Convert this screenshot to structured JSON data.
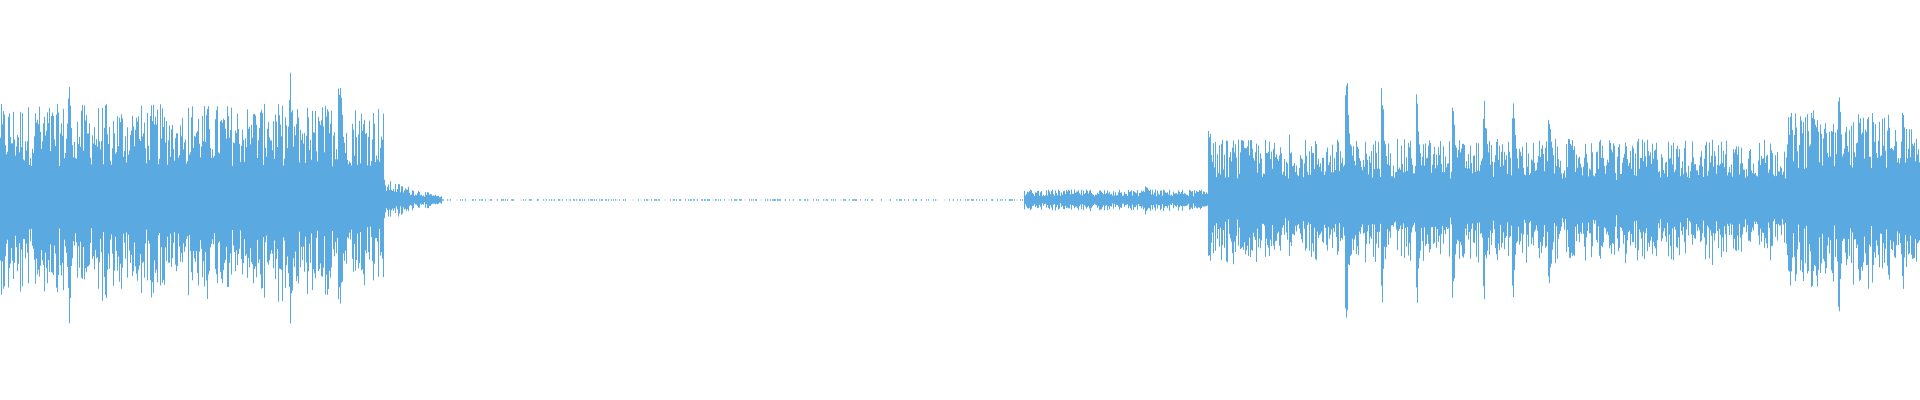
{
  "waveform": {
    "color": "#5aa9e0",
    "background": "#ffffff",
    "segments": [
      {
        "from": 0.0,
        "to": 0.2,
        "level": "high",
        "description_level": 0.55
      },
      {
        "from": 0.2,
        "to": 0.23,
        "level": "decay",
        "description_level": 0.12
      },
      {
        "from": 0.23,
        "to": 0.53,
        "level": "silence",
        "description_level": 0.01
      },
      {
        "from": 0.533,
        "to": 0.63,
        "level": "low",
        "description_level": 0.06
      },
      {
        "from": 0.63,
        "to": 0.93,
        "level": "medium",
        "description_level": 0.35
      },
      {
        "from": 0.93,
        "to": 1.0,
        "level": "high",
        "description_level": 0.5
      }
    ],
    "peaks": [
      {
        "t": 0.0,
        "amp": 0.45
      },
      {
        "t": 0.02,
        "amp": 0.55
      },
      {
        "t": 0.036,
        "amp": 0.75
      },
      {
        "t": 0.045,
        "amp": 0.42
      },
      {
        "t": 0.055,
        "amp": 0.55
      },
      {
        "t": 0.063,
        "amp": 0.32
      },
      {
        "t": 0.072,
        "amp": 0.45
      },
      {
        "t": 0.08,
        "amp": 0.43
      },
      {
        "t": 0.092,
        "amp": 0.45
      },
      {
        "t": 0.1,
        "amp": 0.45
      },
      {
        "t": 0.116,
        "amp": 0.4
      },
      {
        "t": 0.131,
        "amp": 0.45
      },
      {
        "t": 0.14,
        "amp": 0.42
      },
      {
        "t": 0.151,
        "amp": 0.75
      },
      {
        "t": 0.16,
        "amp": 0.5
      },
      {
        "t": 0.177,
        "amp": 0.85
      },
      {
        "t": 0.19,
        "amp": 0.25
      },
      {
        "t": 0.583,
        "amp": 0.05
      },
      {
        "t": 0.597,
        "amp": 0.1
      },
      {
        "t": 0.63,
        "amp": 0.45
      },
      {
        "t": 0.648,
        "amp": 0.35
      },
      {
        "t": 0.672,
        "amp": 0.38
      },
      {
        "t": 0.701,
        "amp": 0.85
      },
      {
        "t": 0.72,
        "amp": 0.65
      },
      {
        "t": 0.738,
        "amp": 0.62
      },
      {
        "t": 0.757,
        "amp": 0.6
      },
      {
        "t": 0.773,
        "amp": 0.6
      },
      {
        "t": 0.788,
        "amp": 0.58
      },
      {
        "t": 0.807,
        "amp": 0.5
      },
      {
        "t": 0.84,
        "amp": 0.3
      },
      {
        "t": 0.932,
        "amp": 0.12
      },
      {
        "t": 0.945,
        "amp": 0.65
      },
      {
        "t": 0.958,
        "amp": 0.6
      },
      {
        "t": 0.972,
        "amp": 0.45
      },
      {
        "t": 0.985,
        "amp": 0.38
      }
    ]
  }
}
